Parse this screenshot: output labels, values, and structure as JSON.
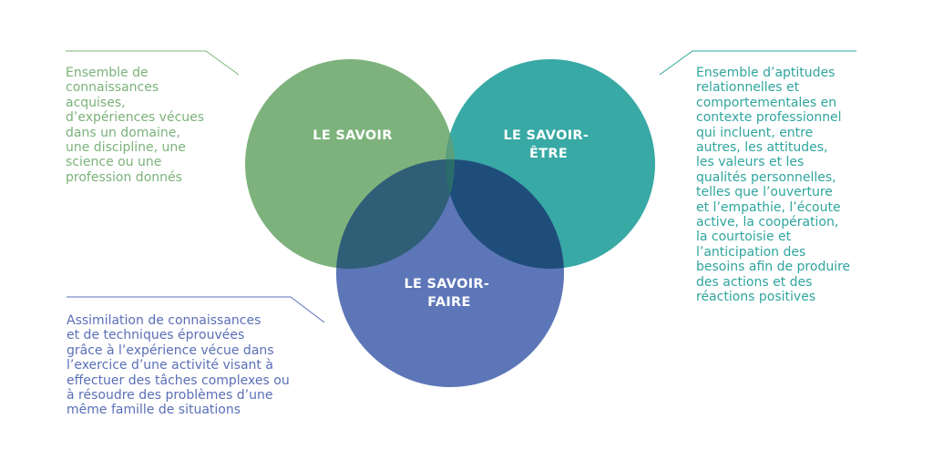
{
  "circles": {
    "savoir": {
      "label_lines": [
        "LE SAVOIR"
      ],
      "color": "#7db27c"
    },
    "savoir_etre": {
      "label_lines": [
        "LE SAVOIR-",
        "ÊTRE"
      ],
      "color": "#38a9a5"
    },
    "savoir_faire": {
      "label_lines": [
        "LE SAVOIR-",
        "FAIRE"
      ],
      "color": "#5d76b8"
    },
    "overlaps": {
      "savoir_etre": "#5a9e7d",
      "savoir_faire": "#2f5f76",
      "etre_faire": "#1f4d7a",
      "all": "#2a6b6b"
    }
  },
  "descriptions": {
    "savoir": "Ensemble de\nconnaissances\nacquises,\nd’expériences vécues\ndans un domaine,\nune discipline, une\nscience ou une\nprofession donnés",
    "savoir_etre": "Ensemble d’aptitudes\nrelationnelles et\ncomportementales en\ncontexte professionnel\nqui incluent, entre\nautres, les attitudes,\nles valeurs et les\nqualités personnelles,\ntelles que l’ouverture\net l’empathie, l’écoute\nactive, la coopération,\nla courtoisie et\nl’anticipation des\nbesoins afin de produire\ndes actions et des\nréactions positives",
    "savoir_faire": "Assimilation de connaissances\net de techniques éprouvées\ngrâce à l’expérience vécue dans\nl’exercice d’une activité visant à\neffectuer des tâches complexes ou\nà résoudre des problèmes d’une\nmême famille de situations"
  },
  "callout_line_colors": {
    "savoir": "#7bb27a",
    "savoir_etre": "#2fa59e",
    "savoir_faire": "#5a6fb7"
  }
}
